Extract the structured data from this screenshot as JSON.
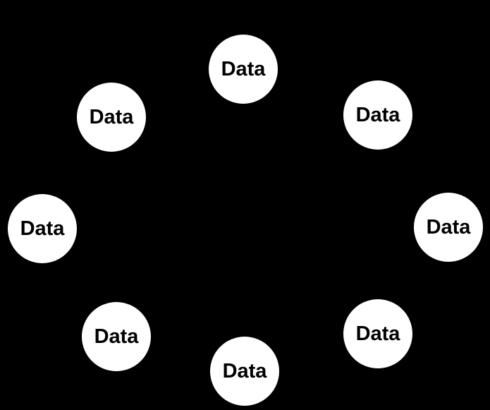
{
  "diagram": {
    "type": "node-ring",
    "node_count": 8,
    "nodes": [
      {
        "id": "node-top",
        "label": "Data",
        "ring_position": "top"
      },
      {
        "id": "node-upper-right",
        "label": "Data",
        "ring_position": "upper-right"
      },
      {
        "id": "node-right",
        "label": "Data",
        "ring_position": "right"
      },
      {
        "id": "node-lower-right",
        "label": "Data",
        "ring_position": "lower-right"
      },
      {
        "id": "node-bottom",
        "label": "Data",
        "ring_position": "bottom"
      },
      {
        "id": "node-lower-left",
        "label": "Data",
        "ring_position": "lower-left"
      },
      {
        "id": "node-left",
        "label": "Data",
        "ring_position": "left"
      },
      {
        "id": "node-upper-left",
        "label": "Data",
        "ring_position": "upper-left"
      }
    ]
  },
  "colors": {
    "background": "#000000",
    "node_fill": "#ffffff",
    "node_text": "#000000"
  }
}
